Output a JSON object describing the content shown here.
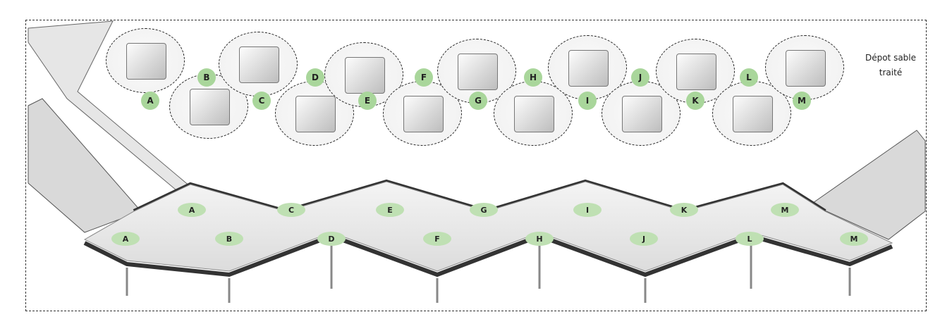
{
  "depot_label": "Dépot sable traité",
  "stations": [
    "A",
    "B",
    "C",
    "D",
    "E",
    "F",
    "G",
    "H",
    "I",
    "J",
    "K",
    "L",
    "M"
  ],
  "platform_row1": [
    "A",
    "C",
    "E",
    "G",
    "I",
    "K",
    "M"
  ],
  "platform_row2": [
    "A",
    "B",
    "D",
    "F",
    "H",
    "J",
    "L",
    "M"
  ],
  "colors": {
    "label_green": "#a9d69b",
    "platform_label_green": "#bfe0b3"
  }
}
